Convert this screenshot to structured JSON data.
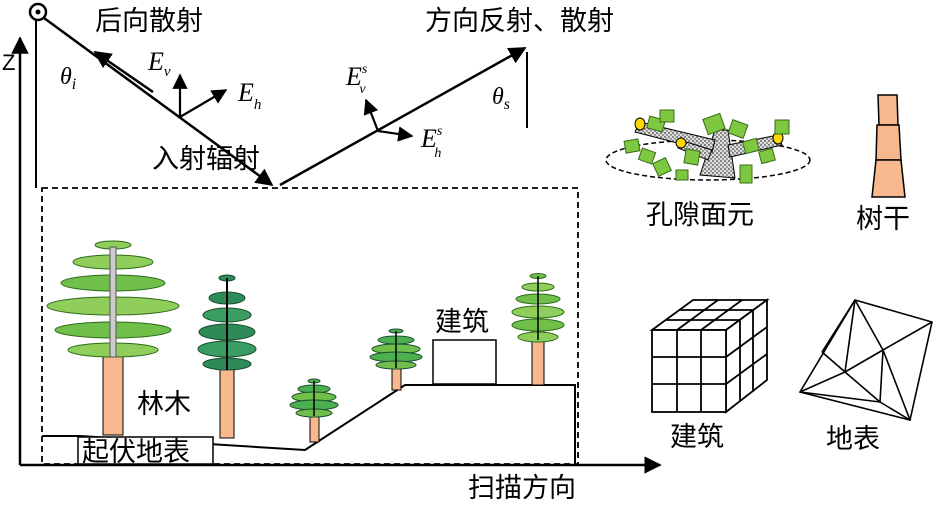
{
  "labels": {
    "backscatter": "后向散射",
    "directional": "方向反射、散射",
    "incident": "入射辐射",
    "z_axis": "Z",
    "scan_direction": "扫描方向",
    "trees": "林木",
    "terrain": "起伏地表",
    "building_scene": "建筑",
    "porous_element": "孔隙面元",
    "trunk": "树干",
    "building_element": "建筑",
    "ground_surface": "地表"
  },
  "symbols": {
    "theta_i": {
      "base": "θ",
      "sub": "i"
    },
    "theta_s": {
      "base": "θ",
      "sub": "s"
    },
    "E_v": {
      "base": "E",
      "sub": "v"
    },
    "E_h": {
      "base": "E",
      "sub": "h"
    },
    "E_v_s": {
      "base": "E",
      "sup": "s",
      "sub": "v"
    },
    "E_h_s": {
      "base": "E",
      "sup": "s",
      "sub": "h"
    }
  },
  "colors": {
    "foliage_light": "#8fce5a",
    "foliage_dark": "#2e8b57",
    "foliage_mid": "#4caf50",
    "trunk": "#f6b88c",
    "leaf_patch": "#7dc840",
    "stroke": "#000000"
  }
}
